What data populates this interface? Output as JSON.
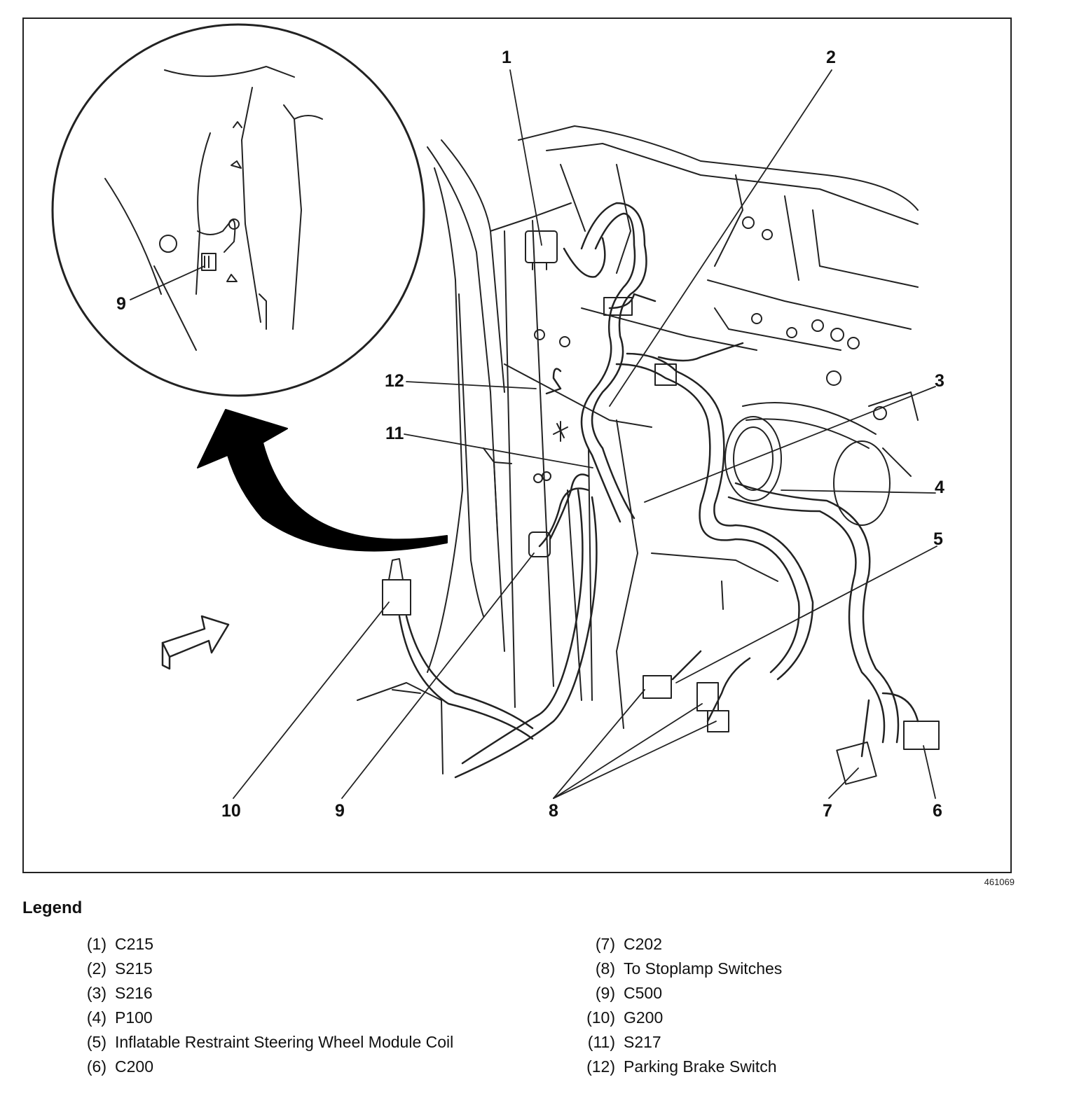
{
  "callouts": {
    "c1": "1",
    "c2": "2",
    "c3": "3",
    "c4": "4",
    "c5": "5",
    "c6": "6",
    "c7": "7",
    "c8": "8",
    "c9": "9",
    "c10": "10",
    "c11": "11",
    "c12": "12",
    "c9_inset": "9"
  },
  "figure_id": "461069",
  "legend": {
    "title": "Legend",
    "items": [
      {
        "num": "(1)",
        "text": "C215"
      },
      {
        "num": "(2)",
        "text": "S215"
      },
      {
        "num": "(3)",
        "text": "S216"
      },
      {
        "num": "(4)",
        "text": "P100"
      },
      {
        "num": "(5)",
        "text": "Inflatable Restraint Steering Wheel Module Coil"
      },
      {
        "num": "(6)",
        "text": "C200"
      },
      {
        "num": "(7)",
        "text": "C202"
      },
      {
        "num": "(8)",
        "text": "To Stoplamp Switches"
      },
      {
        "num": "(9)",
        "text": "C500"
      },
      {
        "num": "(10)",
        "text": "G200"
      },
      {
        "num": "(11)",
        "text": "S217"
      },
      {
        "num": "(12)",
        "text": "Parking Brake Switch"
      }
    ]
  }
}
